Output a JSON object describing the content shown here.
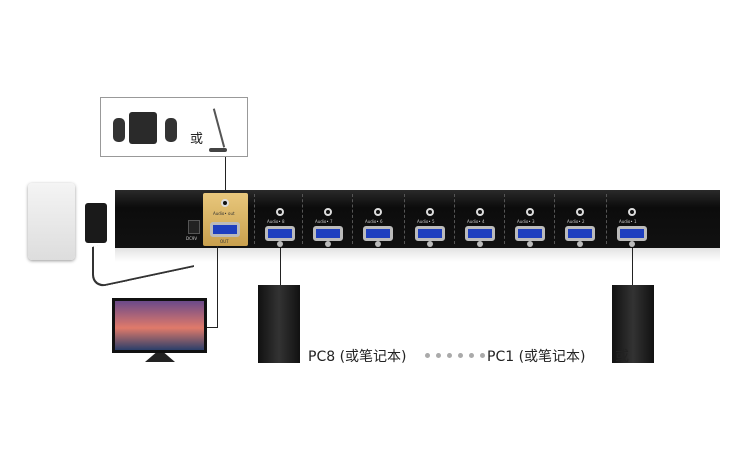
{
  "audio_box": {
    "or_label": "或"
  },
  "kvm": {
    "audio_out_label": "Audio• out",
    "out_label": "OUT",
    "dc_label": "DC9V",
    "ports": [
      {
        "audio": "Audio• 8"
      },
      {
        "audio": "Audio• 7"
      },
      {
        "audio": "Audio• 6"
      },
      {
        "audio": "Audio• 5"
      },
      {
        "audio": "Audio• 4"
      },
      {
        "audio": "Audio• 3"
      },
      {
        "audio": "Audio• 2"
      },
      {
        "audio": "Audio• 1"
      }
    ]
  },
  "captions": {
    "pc8": "PC8 (或笔记本)",
    "pc1": "PC1 (或笔记本)",
    "or": "或"
  },
  "colors": {
    "gold": "#d4b063",
    "vga": "#1e3fbf"
  }
}
